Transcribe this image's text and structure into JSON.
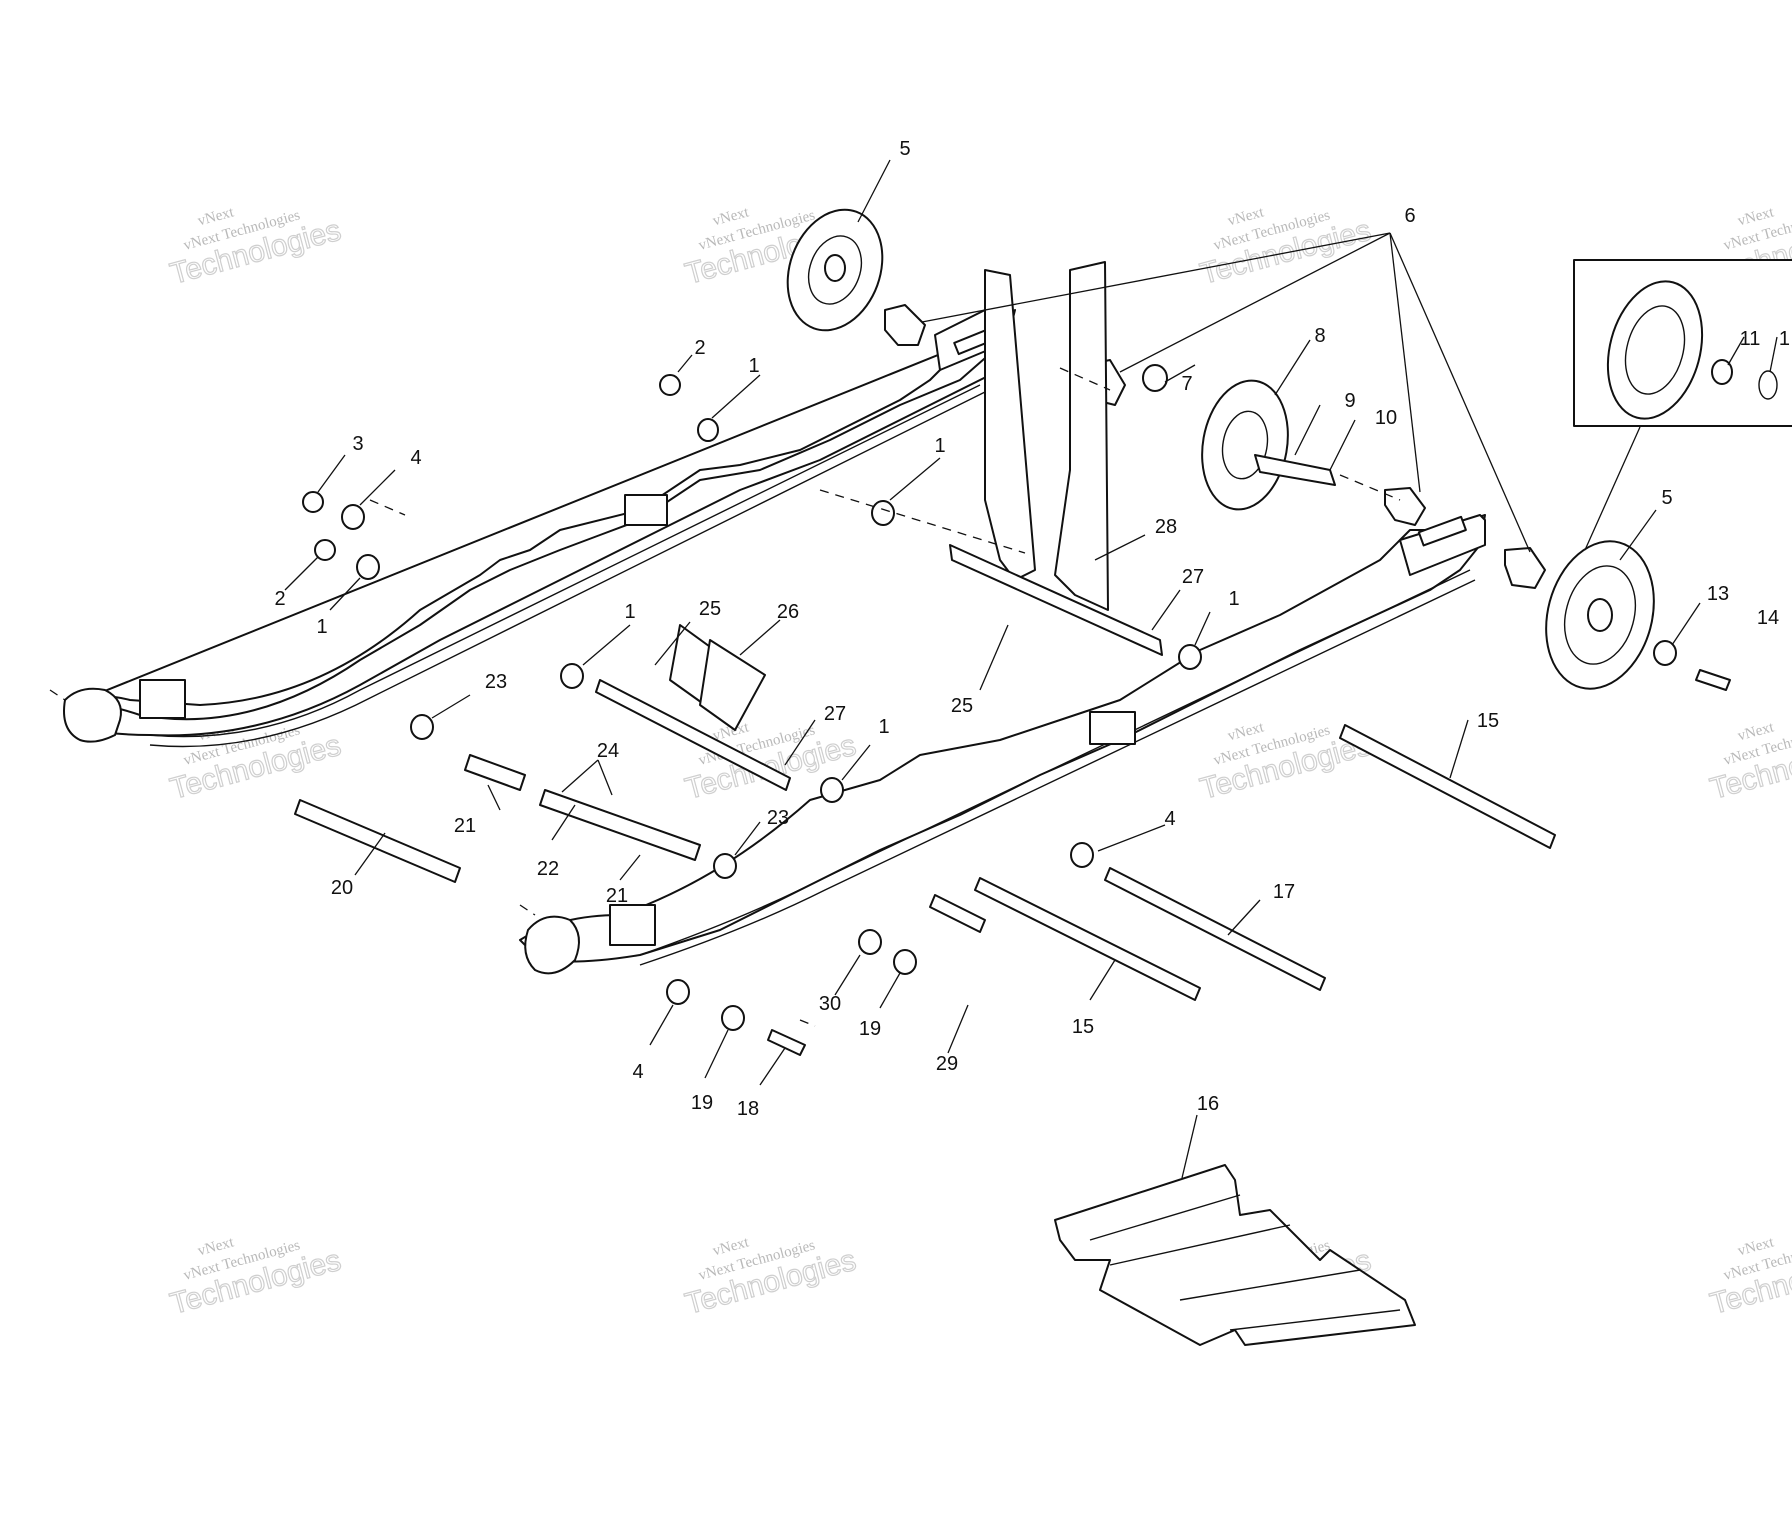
{
  "watermark": {
    "line1": "vNext",
    "line2": "vNext Technologies",
    "line3": "Technologies"
  },
  "callouts": {
    "c1": "1",
    "c2": "2",
    "c3": "3",
    "c4": "4",
    "c5": "5",
    "c6": "6",
    "c7": "7",
    "c8": "8",
    "c9": "9",
    "c10": "10",
    "c11": "11",
    "c12": "1",
    "c13": "13",
    "c14": "14",
    "c15": "15",
    "c16": "16",
    "c17": "17",
    "c18": "18",
    "c19": "19",
    "c20": "20",
    "c21": "21",
    "c22": "22",
    "c23": "23",
    "c24": "24",
    "c25": "25",
    "c26": "26",
    "c27": "27",
    "c28": "28",
    "c29": "29",
    "c30": "30"
  }
}
